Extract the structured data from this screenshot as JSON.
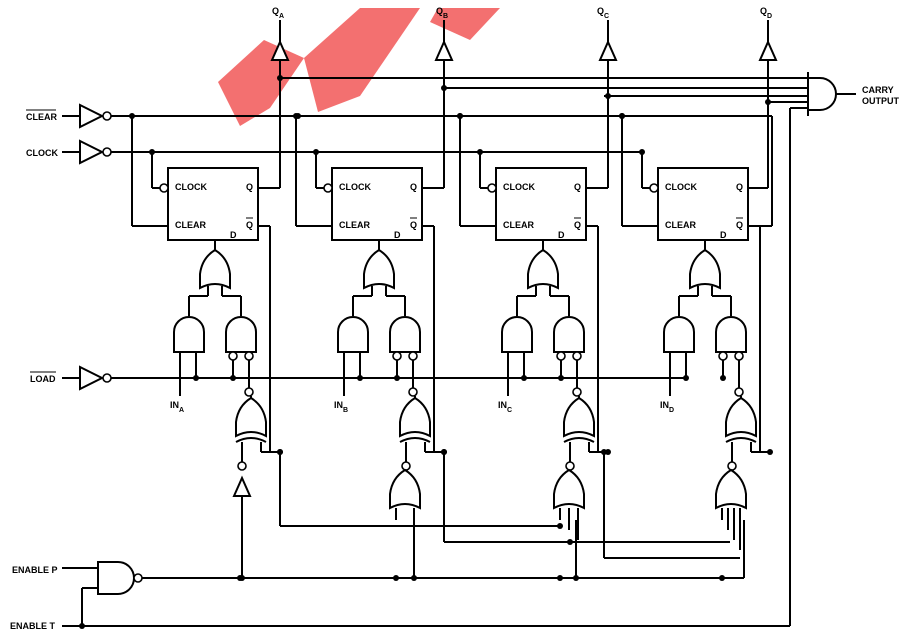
{
  "inputs": {
    "clear_bar": "CLEAR",
    "clock": "CLOCK",
    "load_bar": "LOAD",
    "enable_p": "ENABLE P",
    "enable_t": "ENABLE T"
  },
  "outputs": {
    "carry": [
      "CARRY",
      "OUTPUT"
    ],
    "q_prefix": "Q",
    "q_subs": [
      "A",
      "B",
      "C",
      "D"
    ]
  },
  "data_inputs": {
    "prefix": "IN",
    "subs": [
      "A",
      "B",
      "C",
      "D"
    ]
  },
  "flipflop": {
    "clock_pin": "CLOCK",
    "clear_pin": "CLEAR",
    "q_pin": "Q",
    "qbar_pin": "Q",
    "d_pin": "D"
  },
  "colors": {
    "watermark": "#e33333"
  }
}
